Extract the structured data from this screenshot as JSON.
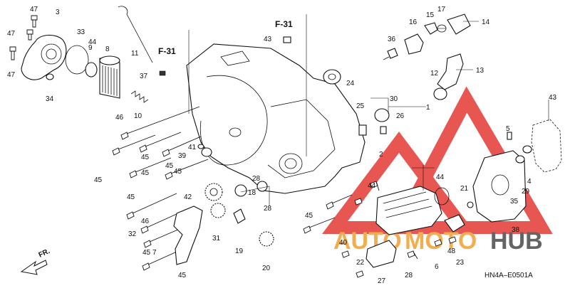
{
  "diagram": {
    "code": "HN4A–E0501A",
    "direction_label": "FR.",
    "watermark": {
      "word_left": "AUTO",
      "word_mid": "MOTO",
      "word_right": "HUB",
      "color_red": "#e53935",
      "color_orange": "#f0a030",
      "color_dark": "#4a4a4a"
    },
    "section_refs": [
      "F-31",
      "F-31"
    ],
    "callouts": [
      "47",
      "3",
      "47",
      "47",
      "33",
      "9",
      "8",
      "34",
      "11",
      "37",
      "10",
      "46",
      "45",
      "45",
      "45",
      "45",
      "45",
      "45",
      "41",
      "39",
      "43",
      "36",
      "16",
      "15",
      "17",
      "14",
      "13",
      "12",
      "24",
      "25",
      "26",
      "30",
      "1",
      "2",
      "43",
      "5",
      "42",
      "18",
      "28",
      "28",
      "31",
      "19",
      "20",
      "32",
      "46",
      "45",
      "45",
      "7",
      "45",
      "44",
      "44",
      "21",
      "38",
      "35",
      "4",
      "29",
      "27",
      "28",
      "6",
      "48",
      "23",
      "40",
      "22",
      "44"
    ]
  }
}
